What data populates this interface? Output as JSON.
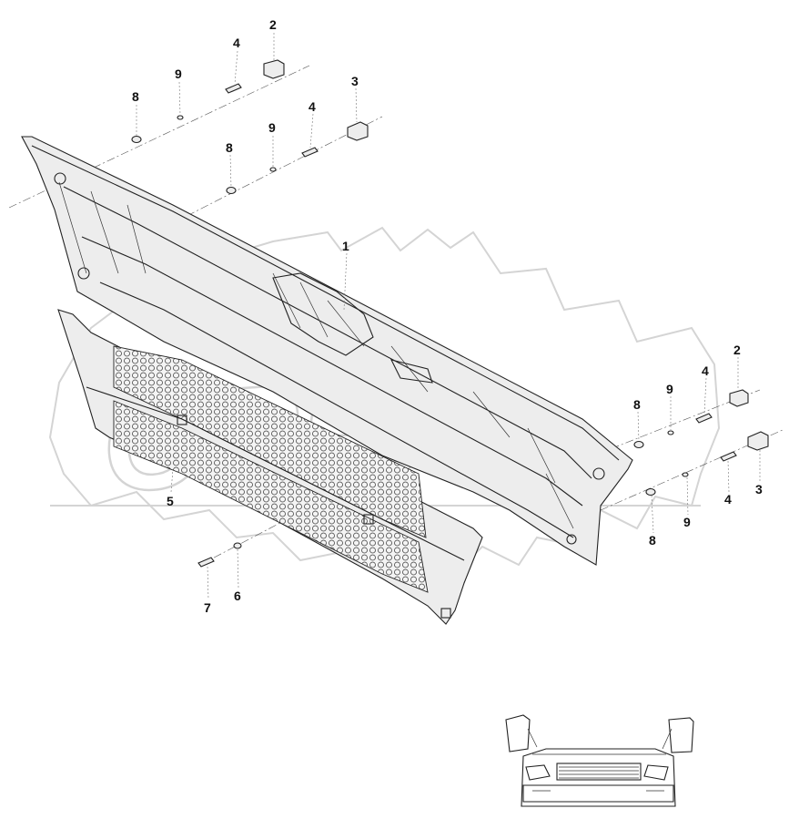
{
  "corner_mark": "",
  "watermark_text": "OPEX",
  "callouts": [
    {
      "id": "c-2a",
      "label": "2"
    },
    {
      "id": "c-4a",
      "label": "4"
    },
    {
      "id": "c-9a",
      "label": "9"
    },
    {
      "id": "c-8a",
      "label": "8"
    },
    {
      "id": "c-3a",
      "label": "3"
    },
    {
      "id": "c-4b",
      "label": "4"
    },
    {
      "id": "c-9b",
      "label": "9"
    },
    {
      "id": "c-8b",
      "label": "8"
    },
    {
      "id": "c-1",
      "label": "1"
    },
    {
      "id": "c-2b",
      "label": "2"
    },
    {
      "id": "c-4c",
      "label": "4"
    },
    {
      "id": "c-9c",
      "label": "9"
    },
    {
      "id": "c-8c",
      "label": "8"
    },
    {
      "id": "c-3b",
      "label": "3"
    },
    {
      "id": "c-4d",
      "label": "4"
    },
    {
      "id": "c-9d",
      "label": "9"
    },
    {
      "id": "c-8d",
      "label": "8"
    },
    {
      "id": "c-5",
      "label": "5"
    },
    {
      "id": "c-7",
      "label": "7"
    },
    {
      "id": "c-6",
      "label": "6"
    }
  ]
}
